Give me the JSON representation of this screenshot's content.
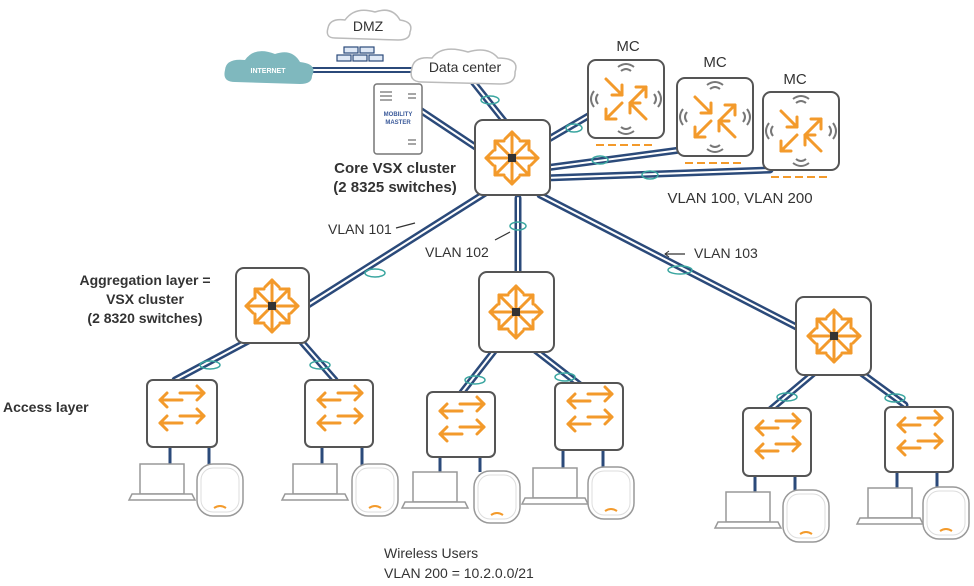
{
  "clouds": {
    "internet": "INTERNET",
    "dmz": "DMZ",
    "datacenter": "Data center"
  },
  "mobility_master": {
    "line1": "MOBILITY",
    "line2": "MASTER"
  },
  "core": {
    "line1": "Core VSX cluster",
    "line2": "(2 8325 switches)"
  },
  "mc_label": "MC",
  "mc_vlans": "VLAN 100, VLAN 200",
  "vlans": {
    "v101": "VLAN 101",
    "v102": "VLAN 102",
    "v103": "VLAN 103"
  },
  "aggregation": {
    "line1": "Aggregation layer =",
    "line2": "VSX cluster",
    "line3": "(2 8320 switches)"
  },
  "access_label": "Access layer",
  "footer": {
    "line1": "Wireless Users",
    "line2": "VLAN 200 = 10.2.0.0/21"
  },
  "colors": {
    "accent": "#f39a2b",
    "link": "#2b4a7a",
    "lag": "#3aa6a0",
    "box": "#555555",
    "cloud_internet": "#7fb8be"
  }
}
